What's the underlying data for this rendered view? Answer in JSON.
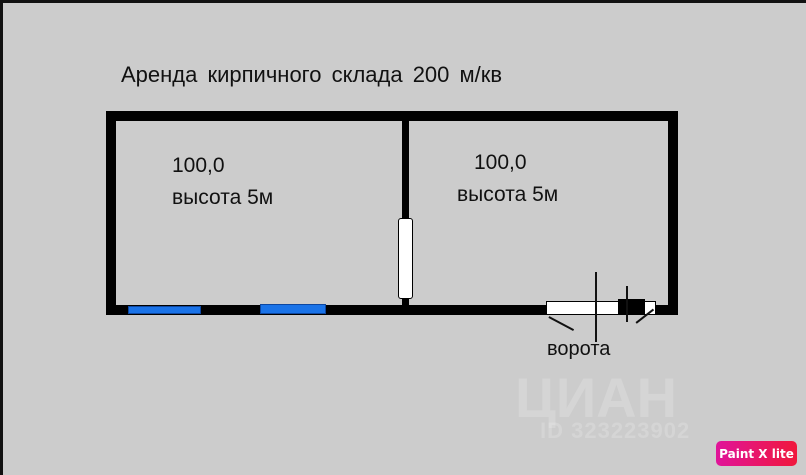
{
  "title": "Аренда  кирпичного  склада  200 м/кв",
  "rooms": [
    {
      "area": "100,0",
      "height": "высота 5м"
    },
    {
      "area": "100,0",
      "height": "высота 5м"
    }
  ],
  "gate_label": "ворота",
  "watermark": {
    "brand": "ЦИАН",
    "id": "ID 323223902"
  },
  "badge": "Paint X lite",
  "colors": {
    "background": "#cccccc",
    "walls": "#000000",
    "windows": "#1a73e8",
    "badge": "#e0149a"
  }
}
